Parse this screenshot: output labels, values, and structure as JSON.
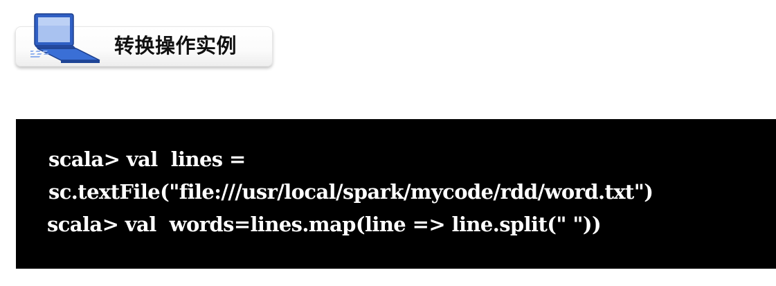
{
  "header": {
    "title": "转换操作实例",
    "icon": "laptop-icon"
  },
  "colors": {
    "icon_blue": "#2f5fc4",
    "icon_screen": "#a9c2f0",
    "code_background": "#000000",
    "code_text": "#ffffff"
  },
  "code": {
    "lines": [
      "scala> val  lines =",
      "sc.textFile(\"file:///usr/local/spark/mycode/rdd/word.txt\")",
      "scala> val  words=lines.map(line => line.split(\" \"))"
    ]
  }
}
